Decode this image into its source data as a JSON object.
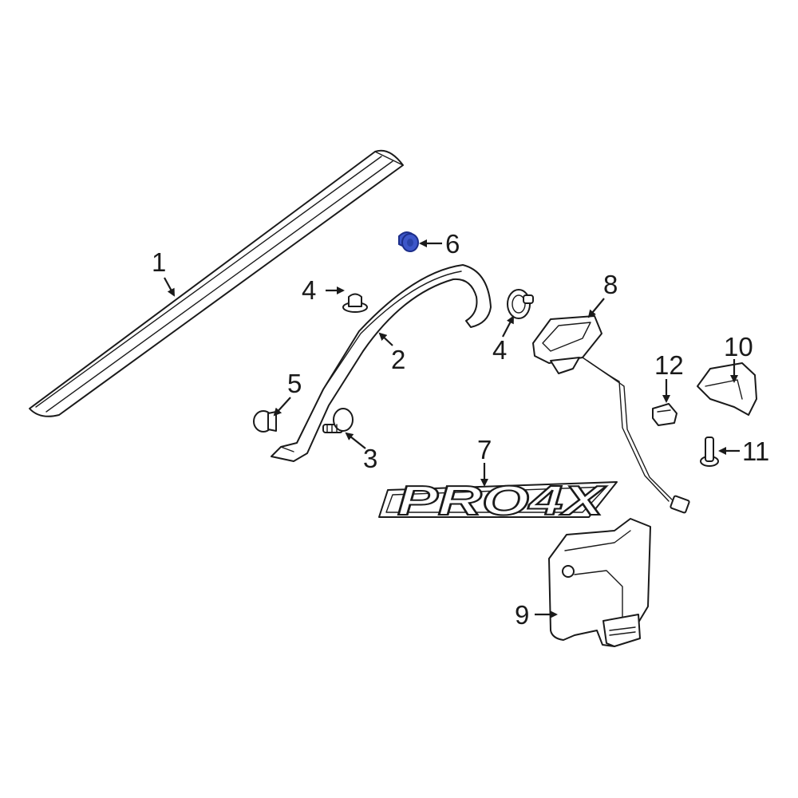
{
  "callouts": [
    {
      "id": "1",
      "label": "1"
    },
    {
      "id": "2",
      "label": "2"
    },
    {
      "id": "3",
      "label": "3"
    },
    {
      "id": "4a",
      "label": "4"
    },
    {
      "id": "4b",
      "label": "4"
    },
    {
      "id": "5",
      "label": "5"
    },
    {
      "id": "6",
      "label": "6"
    },
    {
      "id": "7",
      "label": "7"
    },
    {
      "id": "8",
      "label": "8"
    },
    {
      "id": "9",
      "label": "9"
    },
    {
      "id": "10",
      "label": "10"
    },
    {
      "id": "11",
      "label": "11"
    },
    {
      "id": "12",
      "label": "12"
    }
  ],
  "badge": {
    "text": "PRO4X"
  },
  "colors": {
    "line": "#1a1a1a",
    "highlight": "#3d57c9",
    "highlight_outline": "#1c2e8a",
    "background": "#ffffff"
  }
}
